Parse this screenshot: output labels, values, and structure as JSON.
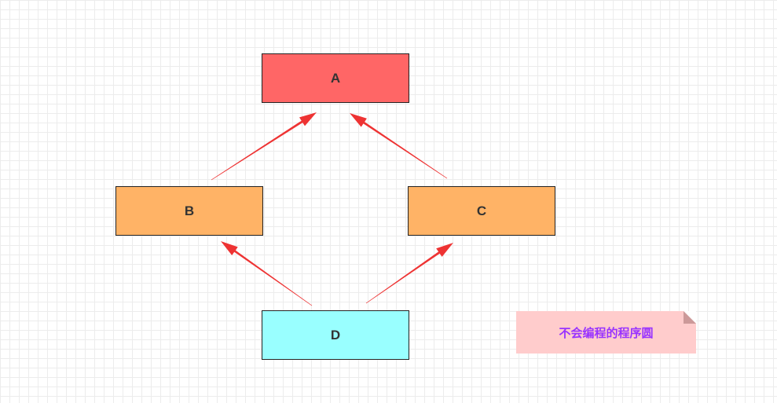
{
  "colors": {
    "node_a_fill": "#ff6666",
    "node_b_fill": "#ffb366",
    "node_c_fill": "#ffb366",
    "node_d_fill": "#99ffff",
    "arrow": "#ee3333",
    "note_fill": "#ffcccc",
    "note_fold": "#cc9999",
    "note_text": "#9933ff"
  },
  "nodes": {
    "a": {
      "label": "A"
    },
    "b": {
      "label": "B"
    },
    "c": {
      "label": "C"
    },
    "d": {
      "label": "D"
    }
  },
  "edges": [
    {
      "from": "B",
      "to": "A"
    },
    {
      "from": "C",
      "to": "A"
    },
    {
      "from": "D",
      "to": "B"
    },
    {
      "from": "D",
      "to": "C"
    }
  ],
  "note": {
    "text": "不会编程的程序圆"
  }
}
